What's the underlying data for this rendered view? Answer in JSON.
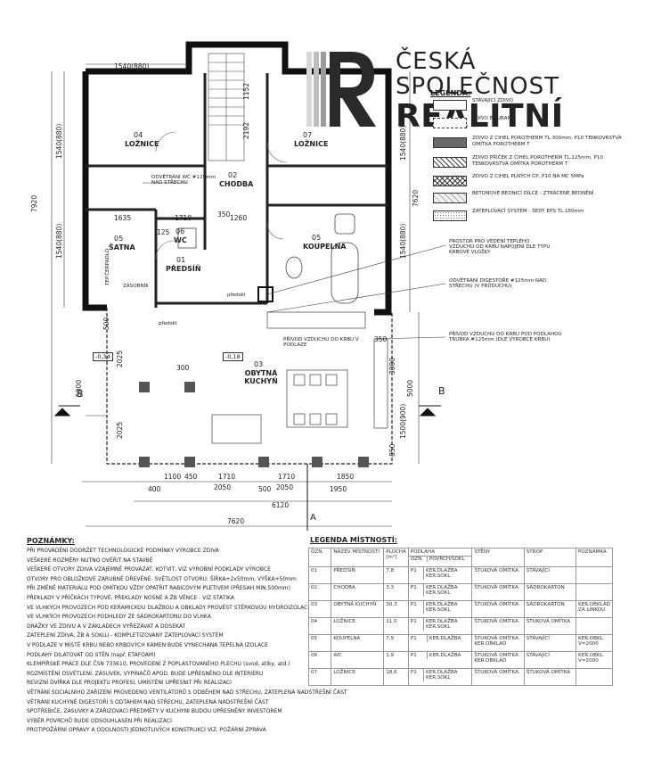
{
  "logo": {
    "line1": "ČESKÁ",
    "line2": "SPOLEČNOST",
    "line3": "REALITNÍ",
    "mark": "R"
  },
  "legend": {
    "title": "LEGENDA:",
    "items": [
      {
        "text": "STÁVAJÍCÍ ZDIVO",
        "pattern": "plain"
      },
      {
        "text": "ZDIVO BOURANÉ",
        "pattern": "dashed"
      },
      {
        "text": "ZDIVO Z CIHEL POROTHERM TL.300mm, P10 TENKOVRSTVÁ OMÍTKA POROTHERM T",
        "pattern": "dark"
      },
      {
        "text": "ZDIVO PŘÍČEK Z CIHEL POROTHERM TL.125mm, P10 TENKOVRSTVÁ OMÍTKA POROTHERM T",
        "pattern": "hatch"
      },
      {
        "text": "ZDIVO Z CIHEL PLNÝCH CP, P10 NA MC 5MPa",
        "pattern": "crosshatch"
      },
      {
        "text": "BETONOVÉ BEDNICÍ DÍLCE - ZTRACENÉ BEDNĚNÍ",
        "pattern": "light"
      },
      {
        "text": "ZATEPLOVACÍ SYSTÉM - ŠEDÝ EPS TL.150mm",
        "pattern": "dots"
      }
    ]
  },
  "rooms": [
    {
      "num": "04",
      "name": "LOŽNICE"
    },
    {
      "num": "07",
      "name": "LOŽNICE"
    },
    {
      "num": "02",
      "name": "CHODBA"
    },
    {
      "num": "05",
      "name": "ŠATNA"
    },
    {
      "num": "06",
      "name": "WC"
    },
    {
      "num": "01",
      "name": "PŘEDSÍŇ"
    },
    {
      "num": "03",
      "name": "OBYTNÁ KUCHYŇ"
    },
    {
      "num": "05",
      "name": "KOUPELNA"
    }
  ],
  "plan_texts": {
    "odvetrani_wc": "ODVĚTRÁNÍ WC #125mm NAD STŘECHU",
    "prostor": "PROSTOR PRO VEDENÍ TEPLÉHO VZDUCHU OD KRBU NAPOJENÍ DLE TYPU KRBOVÉ VLOŽKY",
    "odvetrani_digestore": "ODVĚTRÁNÍ DIGESTOŘE #125mm NAD STŘECHU (V PRŮDUCHU)",
    "privod_krb": "PŘÍVOD VZDUCHU DO KRBU POD PODLAHOU TRUBKA #125mm (DLE VÝROBCE KRBU)",
    "privod_podlaze": "PŘÍVOD VZDUCHU DO KRBU V PODLAZE",
    "zasobnik": "ZÁSOBNÍK",
    "skrine": "TEP.ČERPADLO",
    "predskl": "předskl",
    "sec_b": "B",
    "sec_a": "A",
    "level_1": "-0,34",
    "level_2": "-0,18",
    "dims": {
      "d7620": "7620",
      "d6120": "6120",
      "d7920": "7920",
      "d1540": "1540(880)",
      "d1100": "1100",
      "d2050a": "2050",
      "d2050b": "2050",
      "d1850": "1850",
      "d1950": "1950",
      "d1710a": "1710",
      "d1710b": "1710",
      "d400": "400",
      "d450": "450",
      "d300": "300",
      "d500": "500",
      "d1152": "1152",
      "d2192": "2192",
      "d5000a": "5000",
      "d5000b": "5000",
      "d3000": "3000",
      "d1500": "1500(900)",
      "d2025a": "2025",
      "d2025b": "2025",
      "d1635": "1635",
      "d850": "850",
      "d350": "350",
      "d1260": "1260",
      "d125": "125",
      "d7620v": "7620"
    }
  },
  "notes": {
    "title": "POZNÁMKY:",
    "lines": [
      "PŘI PROVÁDĚNÍ DODRŽET TECHNOLOGICKÉ PODMÍNKY VÝROBCE ZDIVA",
      "VEŠKERÉ ROZMĚRY NUTNO OVĚŘIT NA STAVBĚ",
      "VEŠKERÉ OTVORY ZDIVA VZÁJEMNĚ PROVÁZAT, KOTVIT, VIZ VÝROBNÍ PODKLADY VÝROBCE",
      "OTVORY PRO OBLOŽKOVÉ ZÁRUBNĚ DŘEVĚNÉ- SVĚTLOST OTVORU: ŠÍŘKA+2x50mm, VÝŠKA+50mm",
      "PŘI ZMĚNĚ MATERIÁLU POD OMÍTKOU VŽDY OPATŘIT RABICOVÝM PLETIVEM (PŘESAH MIN.500mm)",
      "PŘEKLADY V PŘÍČKÁCH TYPOVÉ, PŘEKLADY NOSNÉ A ŽB VĚNCE - VIZ STATIKA",
      "VE VLHKÝCH PROVOZECH POD KERAMICKOU DLAŽBOU A OBKLADY PROVÉST STĚRKOVOU HYDROIZOLACI",
      "VE VLHKÝCH PROVOZECH PODHLEDY ZE SÁDROKARTONU DO VLHKA",
      "DRÁŽKY VE ZDIVU A V ZÁKLADECH VYŘEZÁVAT A DOSEKAT",
      "ZATEPLENÍ ZDIVA, ŽB A SOKLU - KOMPLETIZOVANÝ ZATEPLOVACÍ SYSTÉM",
      "V PODLAZE V MÍSTĚ KRBU NEBO KRBOVÝCH KAMEN BUDE VYNECHÁNA TEPELNÁ IZOLACE",
      "PODLAHY DILATOVAT OD STĚN (např. ETAFOAM)",
      "KLEMPÍŘSKÉ PRÁCE DLE ČSN 733610, PROVEDENÍ Z POPLASTOVANÉHO PLECHU (svod, atiky, atd.)",
      "ROZMÍSTĚNÍ OSVĚTLENÍ, ZÁSUVEK, VYPÍNAČŮ APOD. BUDE UPŘESNĚNO DLE INTERIÉRU",
      "REVIZNÍ DVÍŘKA DLE PROJEKTU PROFESÍ, UMÍSTĚNÍ UPŘESNIT PŘI REALIZACI",
      "VĚTRÁNÍ SOCIÁLNÍHO ZAŘÍZENÍ PROVEDENO VENTILÁTORŮ S ODBĚHEM NAD STŘECHU, ZATEPLENÁ NADSTŘEŠNÍ ČÁST",
      "VĚTRÁNÍ KUCHYNĚ DIGESTOŘÍ S ODTAHEM NAD STŘECHU, ZATEPLENÁ NADSTŘEŠNÍ ČÁST",
      "SPOTŘEBIČE, ZÁSUVKY A ZAŘIZOVACÍ PŘEDMĚTY V KUCHYNI BUDOU UPŘESNĚNY INVESTOREM",
      "VÝBĚR POVRCHŮ BUDE ODSOUHLASEN PŘI REALIZACI",
      "PROTIPOŽÁRNÍ OPRAVY A ODOLNOSTI JEDNOTLIVÝCH KONSTRUKCÍ VIZ. POŽÁRNÍ ZPRÁVA"
    ]
  },
  "room_table": {
    "title": "LEGENDA MÍSTNOSTÍ:",
    "headers": [
      "OZN.",
      "NÁZEV MÍSTNOSTI",
      "PLOCHA [m²]",
      "PODLAHA",
      "STĚNY",
      "STROP",
      "POZNÁMKA"
    ],
    "subheaders": [
      "OZN.",
      "POVRCH/SOKL"
    ],
    "rows": [
      [
        "01",
        "PŘEDSÍŇ",
        "7,8",
        "P1",
        "KER.DLAŽBA KER.SOKL",
        "ŠTUKOVÁ OMÍTKA",
        "STÁVAJÍCÍ",
        ""
      ],
      [
        "02",
        "CHODBA",
        "3,3",
        "P1",
        "KER.DLAŽBA KER.SOKL",
        "ŠTUKOVÁ OMÍTKA",
        "SÁDROKARTON",
        ""
      ],
      [
        "03",
        "OBYTNÁ KUCHYŇ",
        "30,3",
        "P1",
        "KER.DLAŽBA KER.SOKL",
        "ŠTUKOVÁ OMÍTKA",
        "SÁDROKARTON",
        "KER.OBKLAD ZA LINKOU"
      ],
      [
        "04",
        "LOŽNICE",
        "11,0",
        "P1",
        "KER.DLAŽBA KER.SOKL",
        "ŠTUKOVÁ OMÍTKA",
        "ŠTUKOVÁ OMÍTKA",
        ""
      ],
      [
        "05",
        "KOUPELNA",
        "7,9",
        "P1",
        "KER.DLAŽBA",
        "ŠTUKOVÁ OMÍTKA KER.OBKLAD",
        "STÁVAJÍCÍ",
        "KER.OBKL. V=2000"
      ],
      [
        "06",
        "WC",
        "1,9",
        "P1",
        "KER.DLAŽBA",
        "ŠTUKOVÁ OMÍTKA KER.OBKLAD",
        "STÁVAJÍCÍ",
        "KER.OBKL. V=2000"
      ],
      [
        "07",
        "LOŽNICE",
        "18,6",
        "P1",
        "KER.DLAŽBA KER.SOKL",
        "ŠTUKOVÁ OMÍTKA",
        "ŠTUKOVÁ OMÍTKA",
        ""
      ]
    ]
  }
}
